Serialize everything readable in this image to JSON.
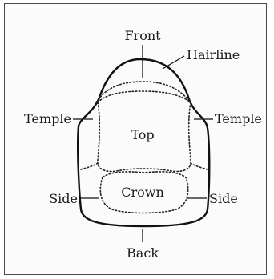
{
  "diagram": {
    "labels": {
      "front": "Front",
      "hairline": "Hairline",
      "temple_left": "Temple",
      "temple_right": "Temple",
      "top": "Top",
      "crown": "Crown",
      "side_left": "Side",
      "side_right": "Side",
      "back": "Back"
    }
  }
}
